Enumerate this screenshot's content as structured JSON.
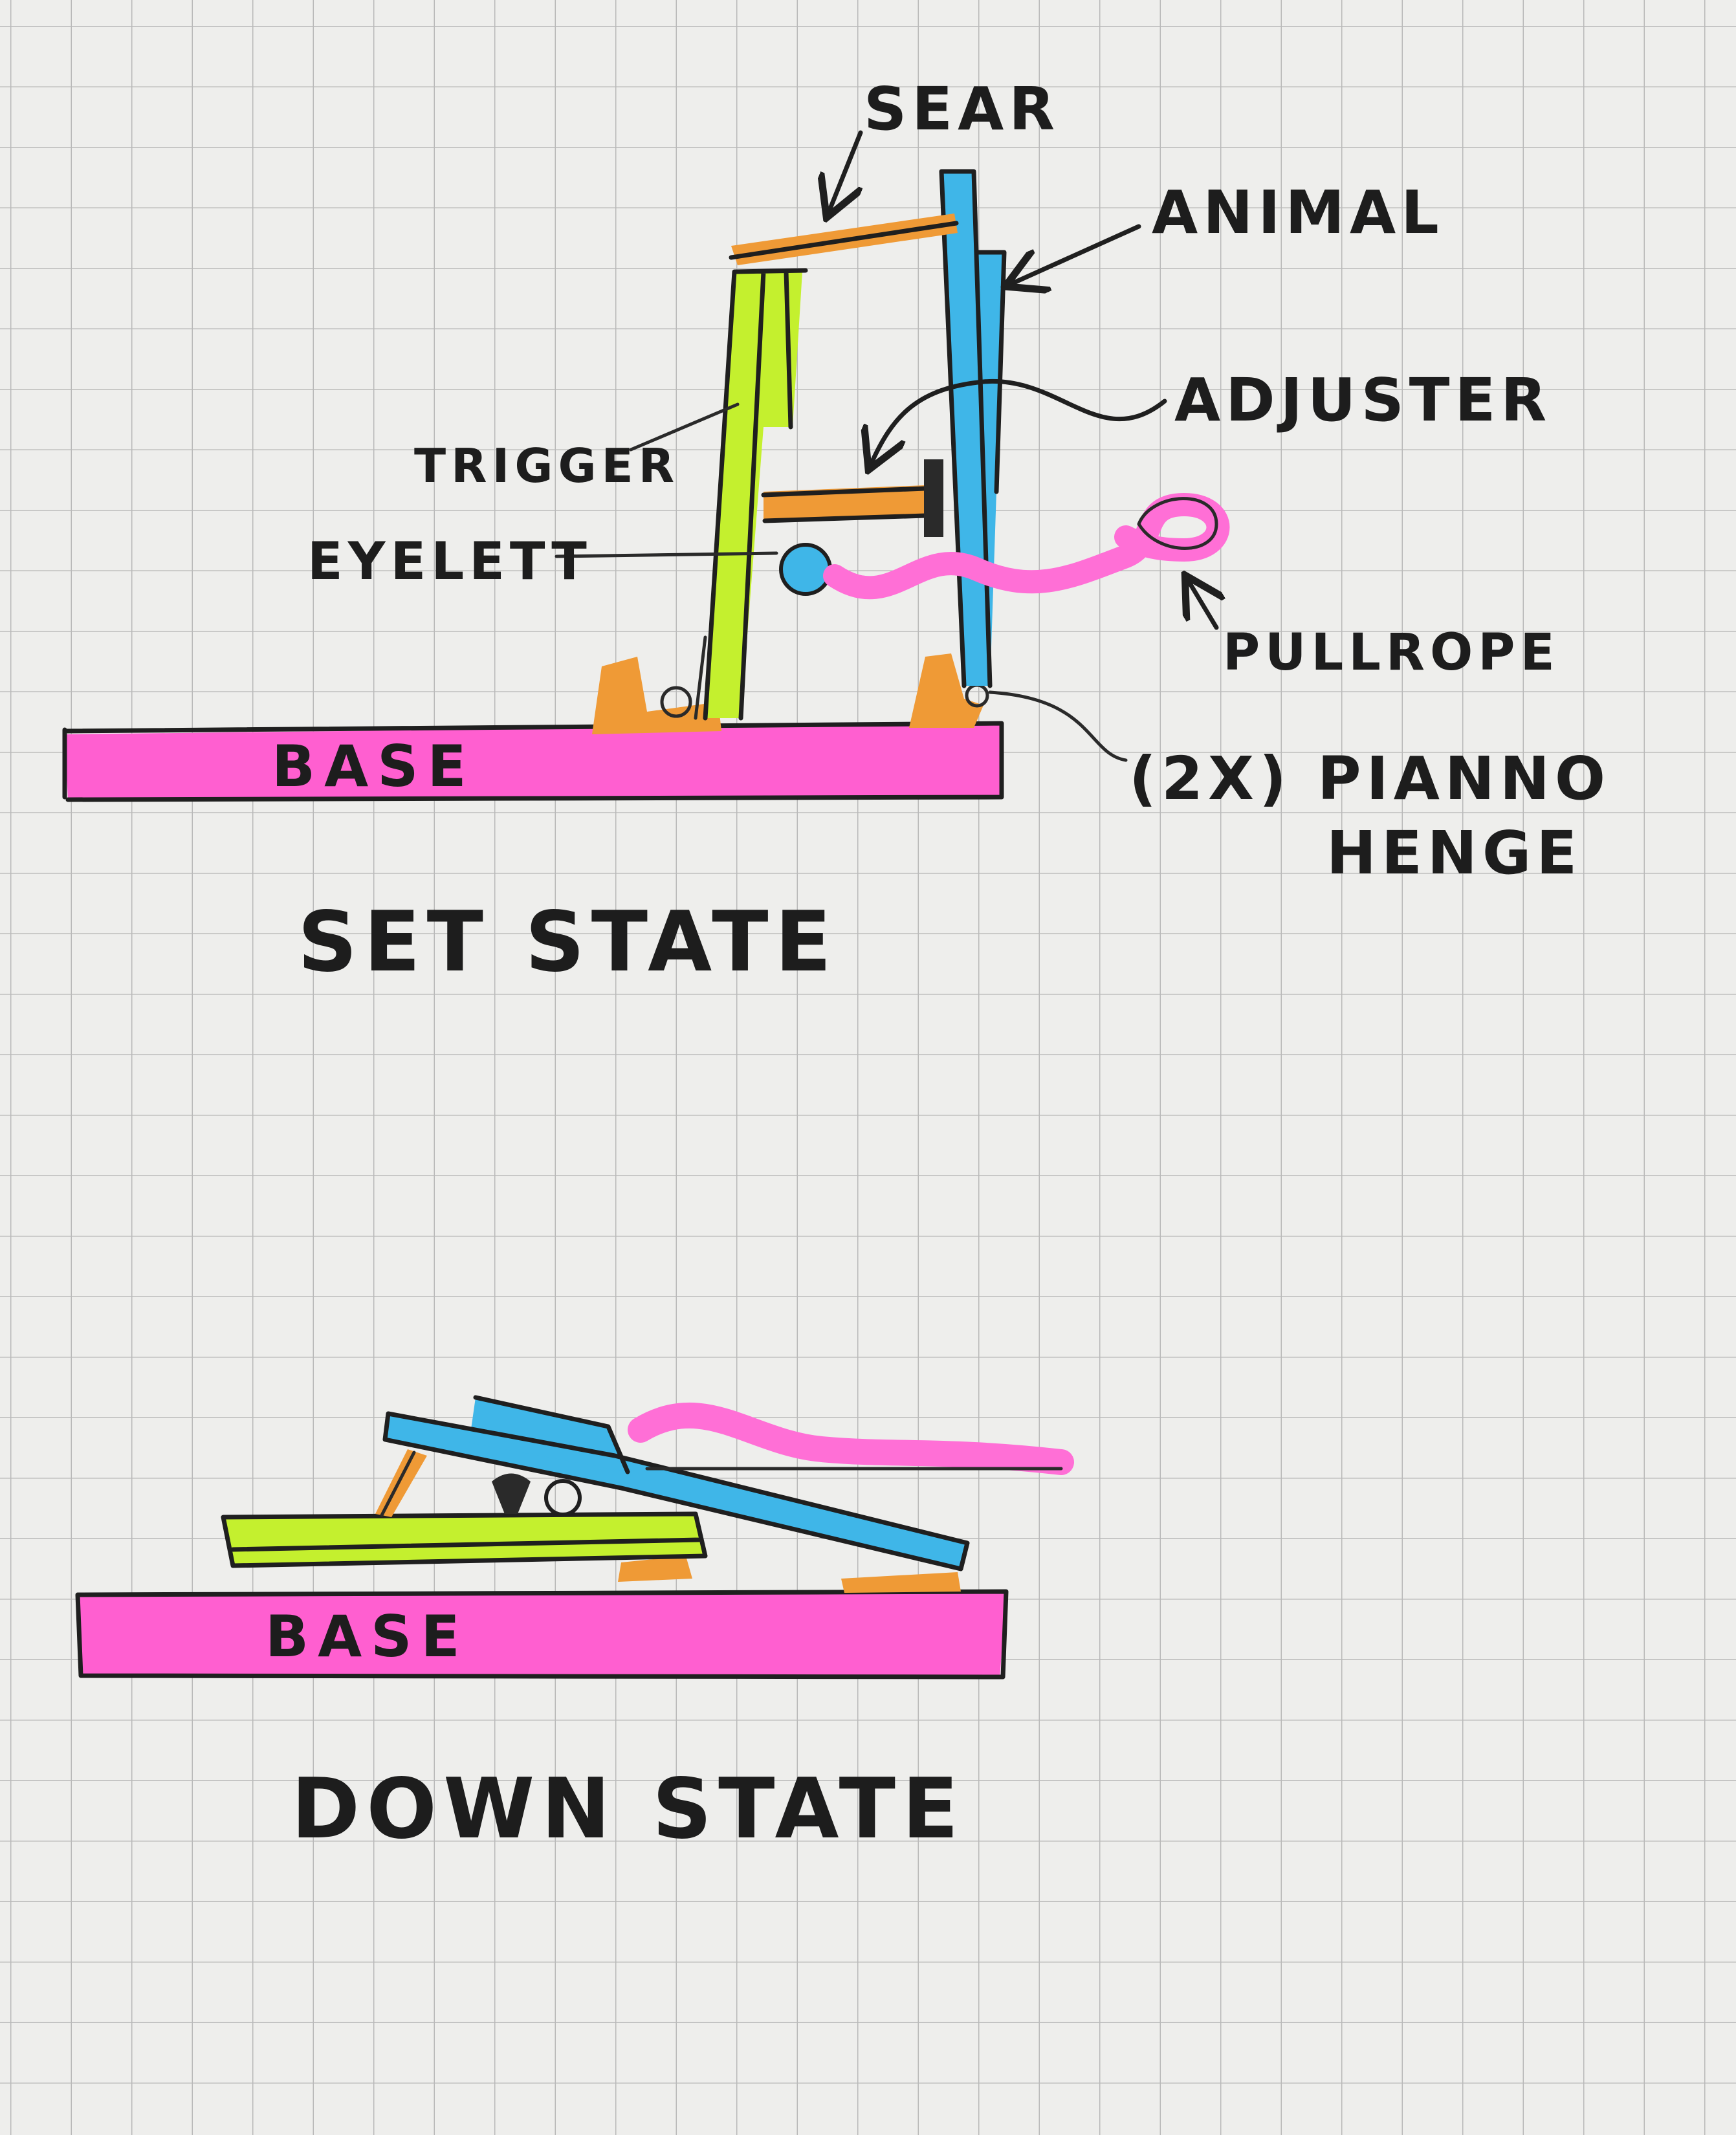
{
  "colors": {
    "paper": "#eeeeec",
    "grid": "#b9b9b9",
    "base": "#ff5fd0",
    "trigger": "#c4f02e",
    "animal": "#3fb6e8",
    "sear": "#ef9a36",
    "pullrope": "#ff6fd6",
    "ink": "#1f1f1f"
  },
  "set_state": {
    "caption": "SET STATE",
    "labels": {
      "sear": "SEAR",
      "animal": "ANIMAL",
      "adjuster": "ADJUSTER",
      "trigger": "TRIGGER",
      "eyelet": "EYELETT",
      "pullrope": "PULLROPE",
      "hinge_line1": "(2X) PIANNO",
      "hinge_line2": "HENGE",
      "base": "BASE"
    }
  },
  "down_state": {
    "caption": "DOWN STATE",
    "labels": {
      "base": "BASE"
    }
  }
}
